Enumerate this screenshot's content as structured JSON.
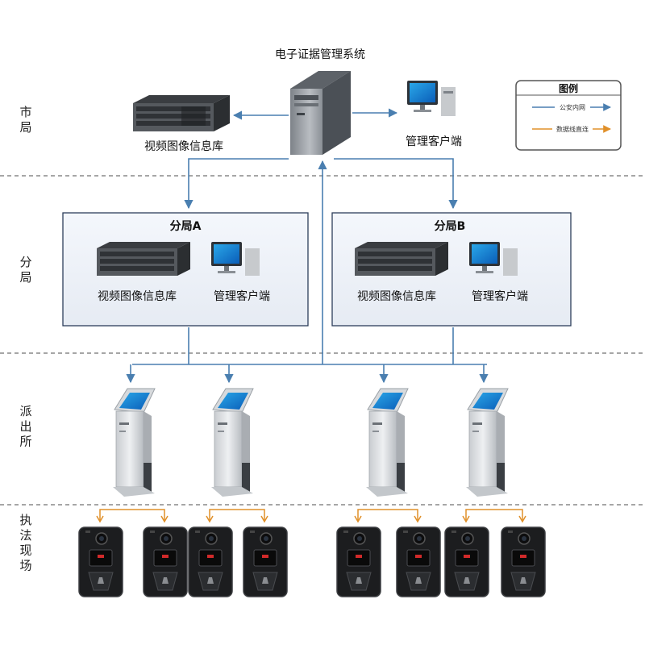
{
  "title": "电子证据管理系统",
  "tiers": {
    "city": "市局",
    "branch": "分局",
    "station": "派出所",
    "field": "执法现场"
  },
  "city": {
    "storage_label": "视频图像信息库",
    "client_label": "管理客户端"
  },
  "branches": [
    {
      "name": "分局A",
      "storage_label": "视频图像信息库",
      "client_label": "管理客户端"
    },
    {
      "name": "分局B",
      "storage_label": "视频图像信息库",
      "client_label": "管理客户端"
    }
  ],
  "legend": {
    "title": "图例",
    "items": [
      {
        "label": "公安内网",
        "color": "#4a7fb0"
      },
      {
        "label": "数据线直连",
        "color": "#e0902a"
      }
    ]
  },
  "station_count": 4,
  "camera_count": 8
}
